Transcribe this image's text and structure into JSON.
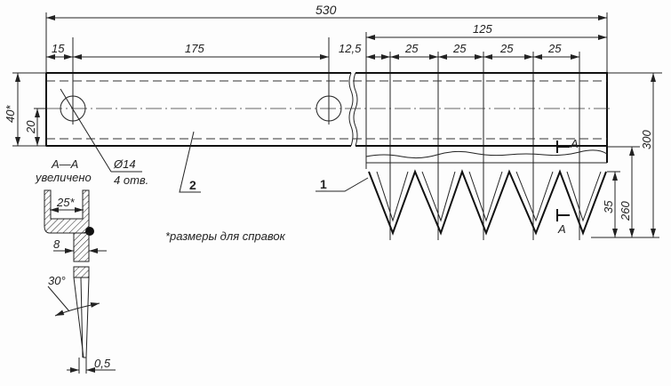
{
  "dimensions": {
    "overall_length": "530",
    "left_offset": "15",
    "hole_spacing": "175",
    "tooth_offset": "12,5",
    "tooth_section": "125",
    "tooth_pitch": [
      "25",
      "25",
      "25",
      "25"
    ],
    "bar_height": "40*",
    "hole_center": "20",
    "total_height": "300",
    "height_260": "260",
    "tooth_height": "35"
  },
  "hole_callout": {
    "diameter": "Ø14",
    "count": "4 отв."
  },
  "section": {
    "title": "А—А",
    "subtitle": "увеличено",
    "width": "25*",
    "thickness": "8",
    "angle": "30°",
    "edge": "0,5"
  },
  "section_marks": [
    "А",
    "А"
  ],
  "parts": [
    "1",
    "2"
  ],
  "note": "*размеры для справок"
}
